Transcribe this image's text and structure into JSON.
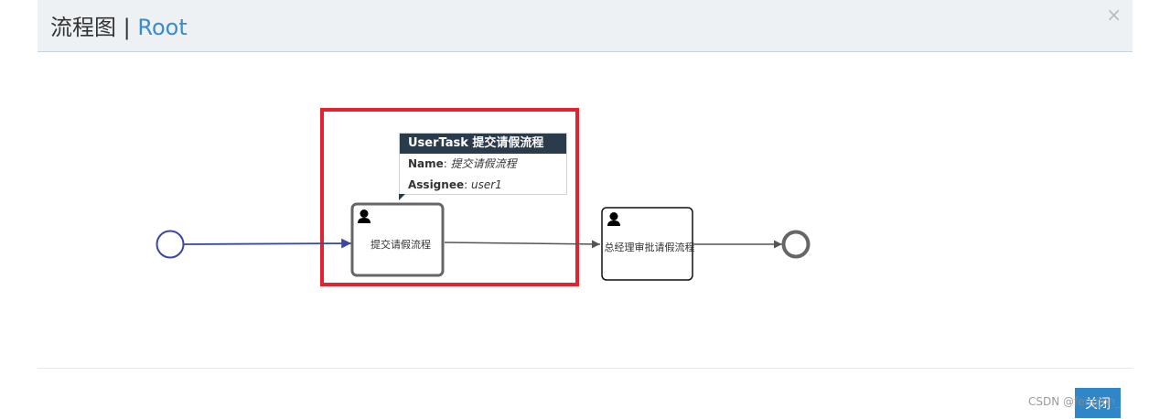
{
  "modal": {
    "title": "流程图",
    "separator": "|",
    "subtitle": "Root",
    "close_icon": "×",
    "footer_button": "关闭"
  },
  "diagram": {
    "task1_label": "提交请假流程",
    "task2_label": "总经理审批请假流程"
  },
  "tooltip": {
    "header": "UserTask 提交请假流程",
    "name_label": "Name",
    "name_value": "提交请假流程",
    "assignee_label": "Assignee",
    "assignee_value": "user1"
  },
  "watermark": "CSDN @fengjon_",
  "colors": {
    "highlight": "#e8212e",
    "start_event": "#3a46a8",
    "accent": "#3b8bd1",
    "button": "#2f86c8"
  }
}
